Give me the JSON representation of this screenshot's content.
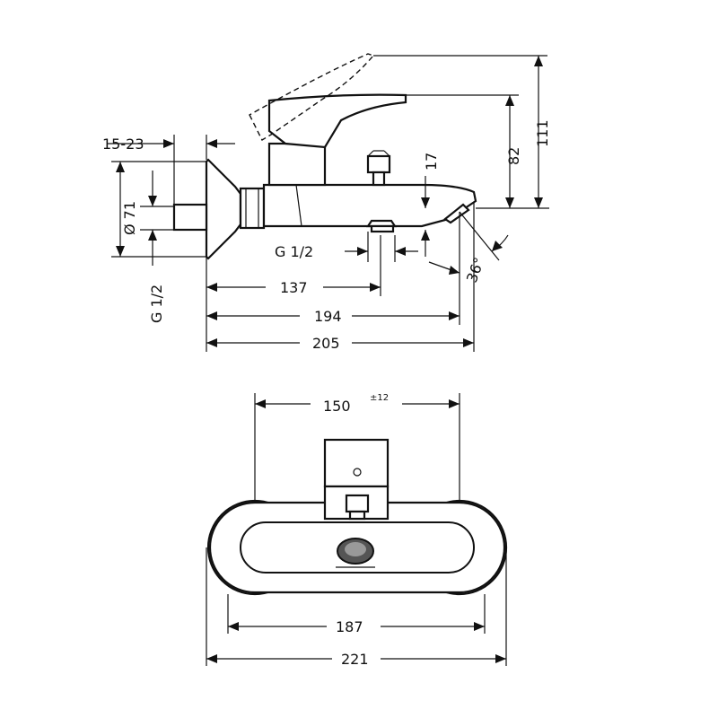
{
  "side_view": {
    "dim_15_23": "15-23",
    "dim_dia_71": "Ø 71",
    "dim_g12_vertical": "G 1/2",
    "dim_g12_horizontal": "G 1/2",
    "dim_17": "17",
    "dim_82": "82",
    "dim_111": "111",
    "dim_36deg": "36°",
    "dim_137": "137",
    "dim_194": "194",
    "dim_205": "205"
  },
  "front_view": {
    "dim_150": "150",
    "dim_150_tolerance": "±12",
    "dim_187": "187",
    "dim_221": "221"
  }
}
